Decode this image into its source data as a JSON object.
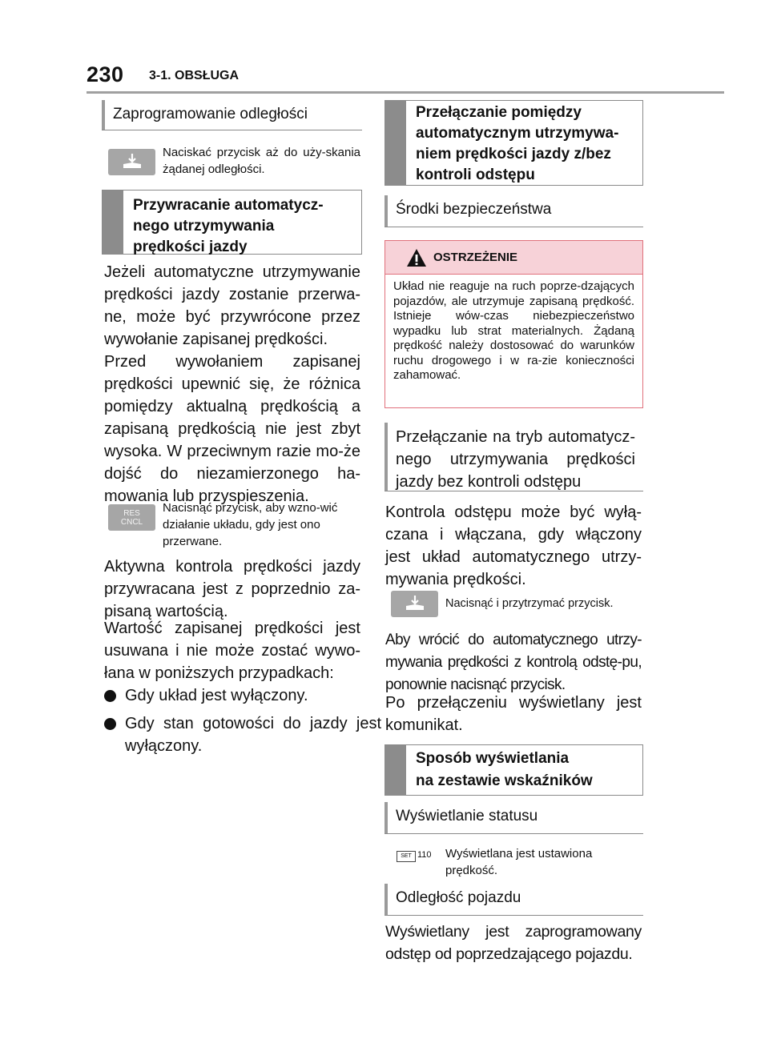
{
  "header": {
    "page_number": "230",
    "section": "3-1. OBSŁUGA"
  },
  "left": {
    "sub1": "Zaprogramowanie odległości",
    "btn1_text": "Naciskać przycisk aż do uży-skania żądanej odległości.",
    "box1_lines": [
      "Przywracanie automatycz-",
      "nego utrzymywania",
      "prędkości jazdy"
    ],
    "para1": "Jeżeli automatyczne utrzymywanie prędkości jazdy zostanie przerwa-ne, może być przywrócone przez wywołanie zapisanej prędkości.",
    "para2": "Przed wywołaniem zapisanej prędkości upewnić się, że różnica pomiędzy aktualną prędkością a zapisaną prędkością nie jest zbyt wysoka. W przeciwnym razie mo-że dojść do niezamierzonego ha-mowania lub przyspieszenia.",
    "res_label_1": "RES",
    "res_label_2": "CNCL",
    "btn2_text": "Nacisnąć przycisk, aby wzno-wić działanie układu, gdy jest ono przerwane.",
    "para3": "Aktywna kontrola prędkości jazdy przywracana jest z poprzednio za-pisaną wartością.",
    "para4": "Wartość zapisanej prędkości jest usuwana i nie może zostać wywo-łana w poniższych przypadkach:",
    "bullets": [
      "Gdy układ jest wyłączony.",
      "Gdy stan gotowości do jazdy jest wyłączony."
    ]
  },
  "right": {
    "box2_lines": [
      "Przełączanie pomiędzy",
      "automatycznym utrzymywa-",
      "niem prędkości jazdy z/bez",
      "kontroli odstępu"
    ],
    "sub2": "Środki bezpieczeństwa",
    "warning_title": "OSTRZEŻENIE",
    "warning_text": "Układ nie reaguje na ruch poprze-dzających pojazdów, ale utrzymuje zapisaną prędkość. Istnieje wów-czas niebezpieczeństwo wypadku lub strat materialnych. Żądaną prędkość należy dostosować do warunków ruchu drogowego i w ra-zie konieczności zahamować.",
    "sub3": "Przełączanie na tryb automatycz-nego utrzymywania prędkości jazdy bez kontroli odstępu",
    "para5": "Kontrola odstępu może być wyłą-czana i włączana, gdy włączony jest układ automatycznego utrzy-mywania prędkości.",
    "btn3_text": "Nacisnąć i przytrzymać przycisk.",
    "para6": "Aby wrócić do automatycznego utrzy-mywania prędkości z kontrolą odstę-pu, ponownie nacisnąć przycisk.",
    "para7": "Po przełączeniu wyświetlany jest komunikat.",
    "box3_lines": [
      "Sposób wyświetlania",
      "na zestawie wskaźników"
    ],
    "sub4": "Wyświetlanie statusu",
    "set_label": "SET",
    "set_value": "110",
    "status_text": "Wyświetlana jest ustawiona prędkość.",
    "sub5": "Odległość pojazdu",
    "para8": "Wyświetlany jest zaprogramowany odstęp od poprzedzającego pojazdu."
  },
  "colors": {
    "gray_bar": "#8c8c8c",
    "warning_bg": "#f7d2d8",
    "warning_border": "#e0707b"
  }
}
